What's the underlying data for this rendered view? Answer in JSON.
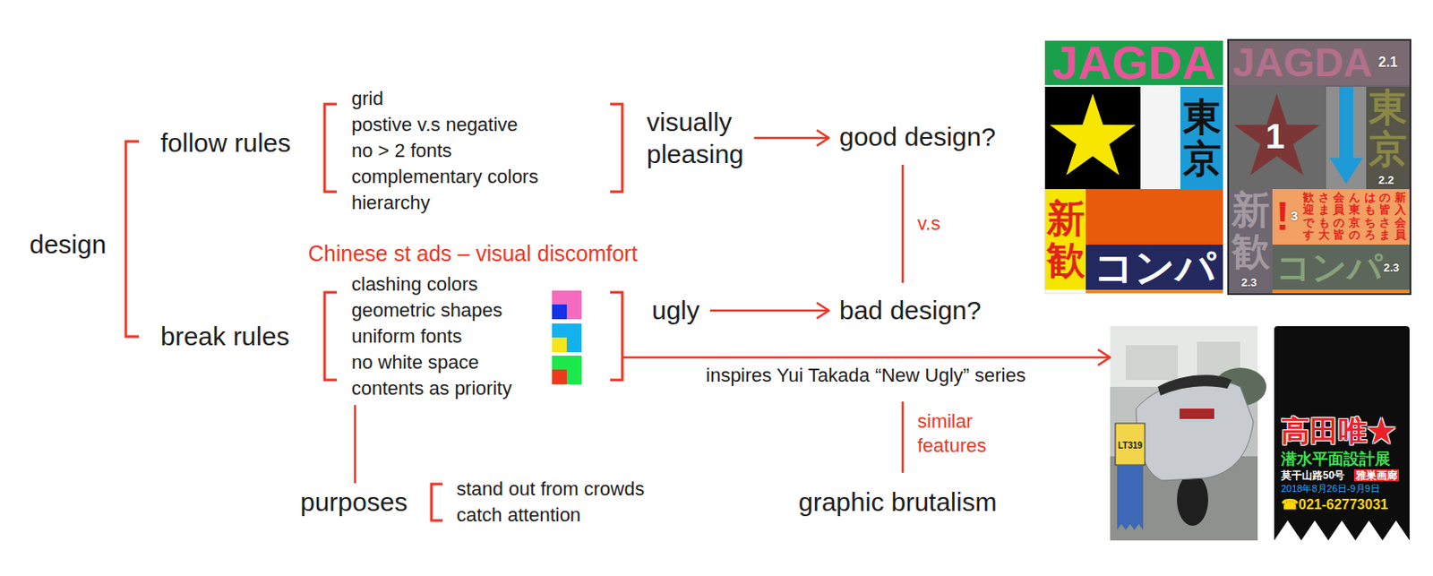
{
  "diagram": {
    "nodes": [
      {
        "text": [
          "design"
        ]
      },
      {
        "text": [
          "follow rules"
        ]
      },
      {
        "text": [
          "grid",
          "postive v.s negative",
          "no > 2 fonts",
          "complementary colors",
          "hierarchy"
        ]
      },
      {
        "text": [
          "visually pleasing"
        ]
      },
      {
        "text": [
          "good design?"
        ]
      },
      {
        "text": [
          "break rules"
        ]
      },
      {
        "text": [
          "clashing colors",
          "geometric shapes",
          "uniform fonts",
          "no white space",
          "contents as priority"
        ]
      },
      {
        "text": [
          "ugly"
        ]
      },
      {
        "text": [
          "bad design?"
        ]
      },
      {
        "text": [
          "purposes"
        ]
      },
      {
        "text": [
          "stand out from crowds",
          "catch attention"
        ]
      },
      {
        "text": [
          "graphic brutalism"
        ]
      },
      {
        "text": [
          "JAGDA"
        ]
      },
      {
        "text": [
          "東京"
        ]
      },
      {
        "text": [
          "新歓"
        ]
      },
      {
        "text": [
          "コンパ"
        ]
      },
      {
        "text": [
          "JAGDA"
        ]
      },
      {
        "text": [
          "東京"
        ]
      },
      {
        "text": [
          "!",
          "新入会員の皆さまはもちろん東京の会員の皆さまも大歓迎です"
        ]
      },
      {
        "text": [
          "新歓"
        ]
      },
      {
        "text": [
          "コンパ"
        ]
      },
      {
        "text": [
          "LT319"
        ]
      },
      {
        "text": [
          "高田唯★",
          "潜水平面設計展",
          "莫干山路50号",
          "雅巣画廊",
          "2018年8月26日-9月9日",
          "☎021-62773031"
        ]
      }
    ],
    "edges": [
      {
        "from": 3,
        "to": 4,
        "arrow": "to"
      },
      {
        "from": 7,
        "to": 8,
        "arrow": "to"
      },
      {
        "from": 4,
        "to": 8,
        "label": "v.s",
        "arrow": "none"
      },
      {
        "from": 6,
        "to": 21,
        "label": "inspires Yui Takada “New Ugly” series",
        "arrow": "to"
      },
      {
        "from": 6,
        "to": 9,
        "arrow": "none"
      }
    ],
    "labels": [
      "Chinese st ads – visual discomfort",
      "similar features",
      "2.1",
      "1",
      "2.2",
      "3",
      "2.3",
      "2.3"
    ]
  }
}
